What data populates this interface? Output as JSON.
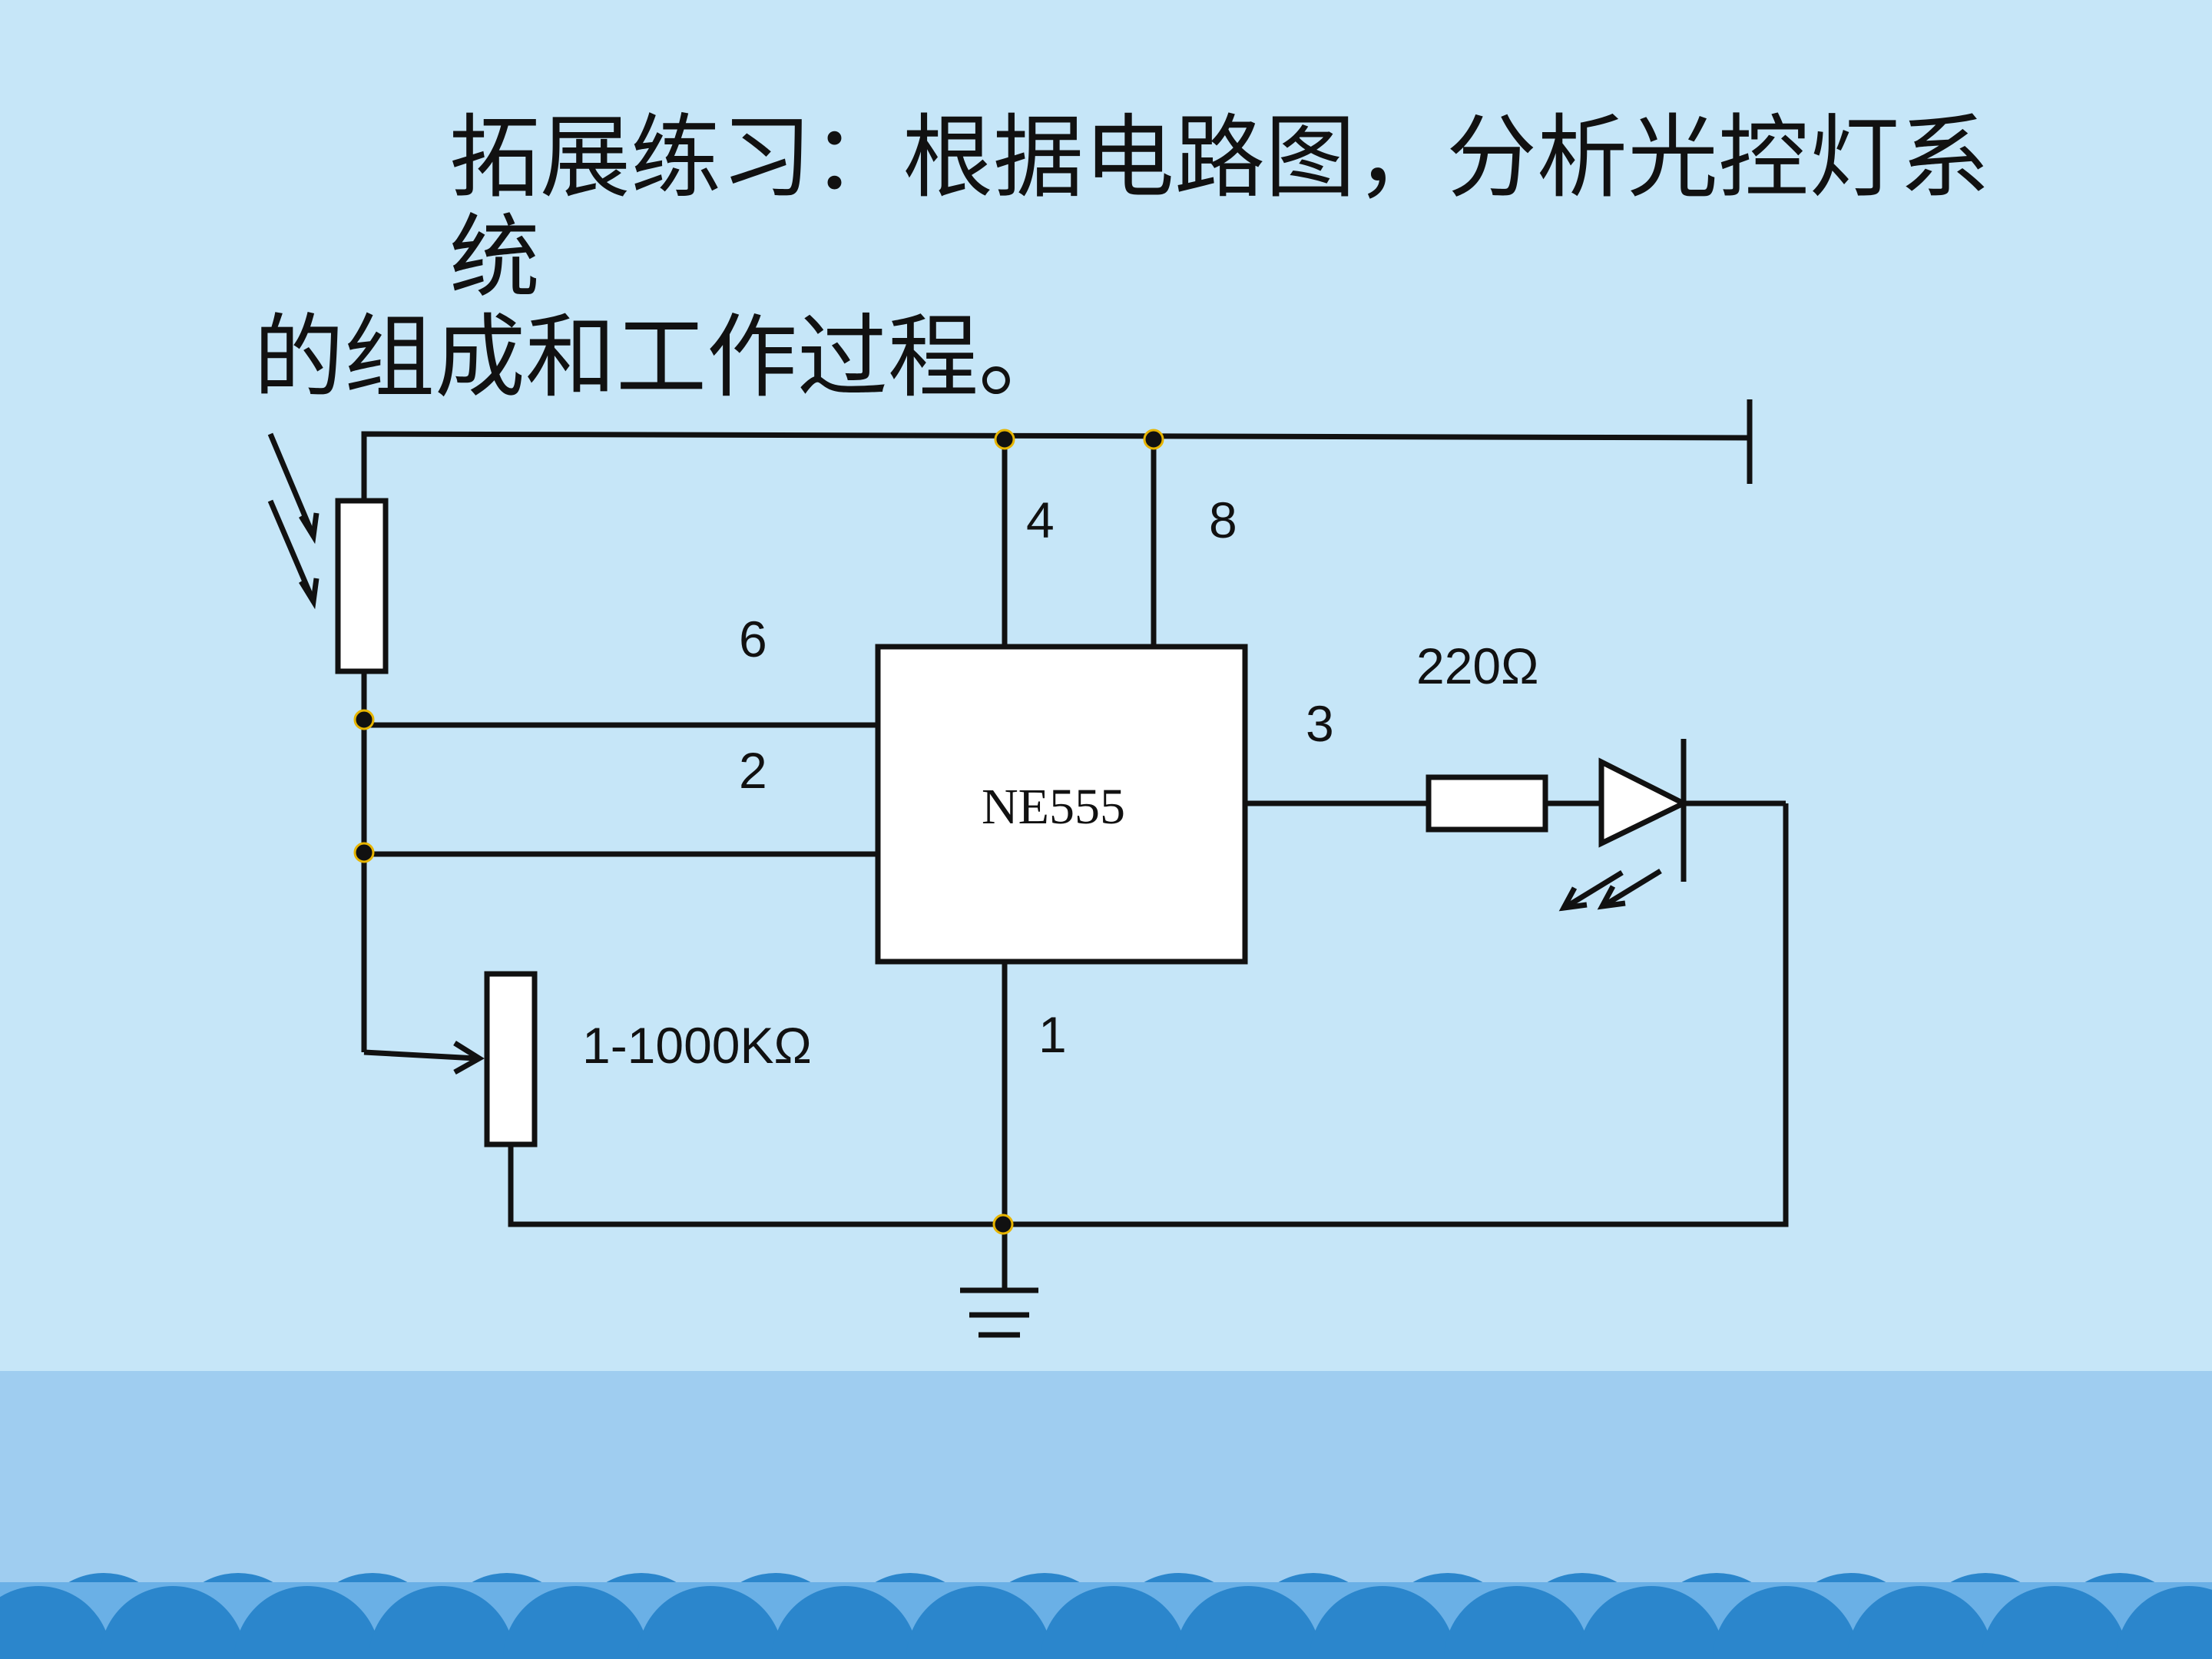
{
  "title": {
    "line1": "拓展练习：根据电路图，分析光控灯系统",
    "line2": "的组成和工作过程。"
  },
  "circuit": {
    "chip_label": "NE555",
    "pins": {
      "pin4": "4",
      "pin8": "8",
      "pin6": "6",
      "pin2": "2",
      "pin3": "3",
      "pin1": "1"
    },
    "led_resistor_label": "220Ω",
    "potentiometer_label": "1-1000KΩ"
  },
  "colors": {
    "background": "#c6e6f8",
    "band": "#9fcdf0",
    "wave_dark": "#2b86cc",
    "wave_light": "#6ab0e6",
    "junction_fill": "#111111",
    "junction_ring": "#e6b400"
  }
}
